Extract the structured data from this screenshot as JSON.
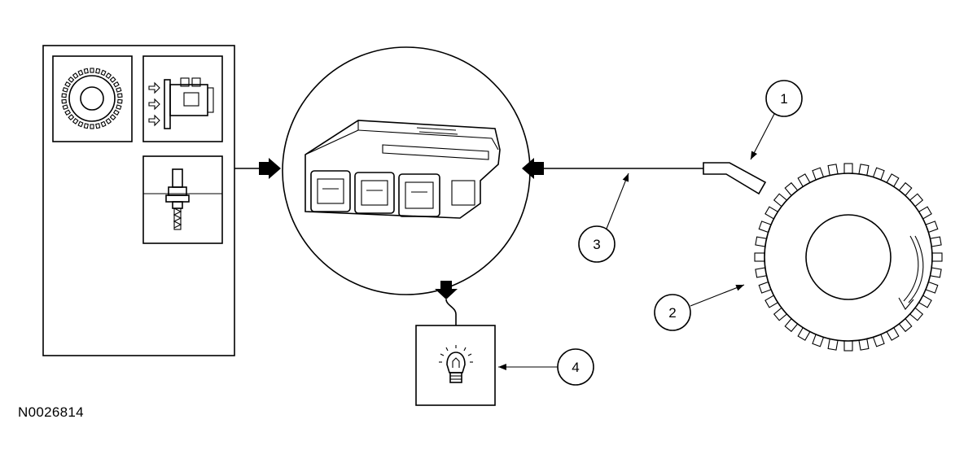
{
  "figure_id": "N0026814",
  "callouts": [
    {
      "number": "1"
    },
    {
      "number": "2"
    },
    {
      "number": "3"
    },
    {
      "number": "4"
    }
  ]
}
